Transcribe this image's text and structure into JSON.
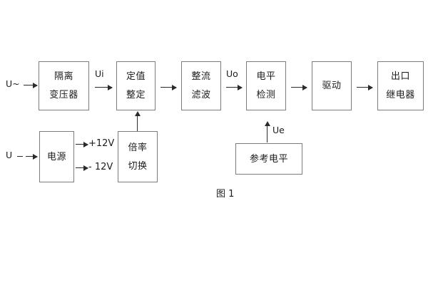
{
  "figure": {
    "caption": "图 1",
    "background": "#ffffff",
    "line_color": "#7a7d80",
    "arrow_color": "#2b2b2b",
    "text_color": "#1c1c1c"
  },
  "blocks": [
    {
      "id": "isolation-transformer",
      "line1": "隔离",
      "line2": "变压器"
    },
    {
      "id": "setting-value",
      "line1": "定值",
      "line2": "整定"
    },
    {
      "id": "rectifier-filter",
      "line1": "整流",
      "line2": "滤波"
    },
    {
      "id": "level-detection",
      "line1": "电平",
      "line2": "检测"
    },
    {
      "id": "drive",
      "line1": "驱动",
      "line2": ""
    },
    {
      "id": "output-relay",
      "line1": "出口",
      "line2": "继电器"
    },
    {
      "id": "power-supply",
      "line1": "电源",
      "line2": ""
    },
    {
      "id": "multiplier-switch",
      "line1": "倍率",
      "line2": "切换"
    },
    {
      "id": "reference-level",
      "line1": "参考电平",
      "line2": ""
    }
  ],
  "signals": {
    "input_ac": "U~",
    "input_dc": "U",
    "ui": "Ui",
    "uo": "Uo",
    "ue": "Ue",
    "rail_positive": "+12V",
    "rail_negative": "- 12V"
  }
}
